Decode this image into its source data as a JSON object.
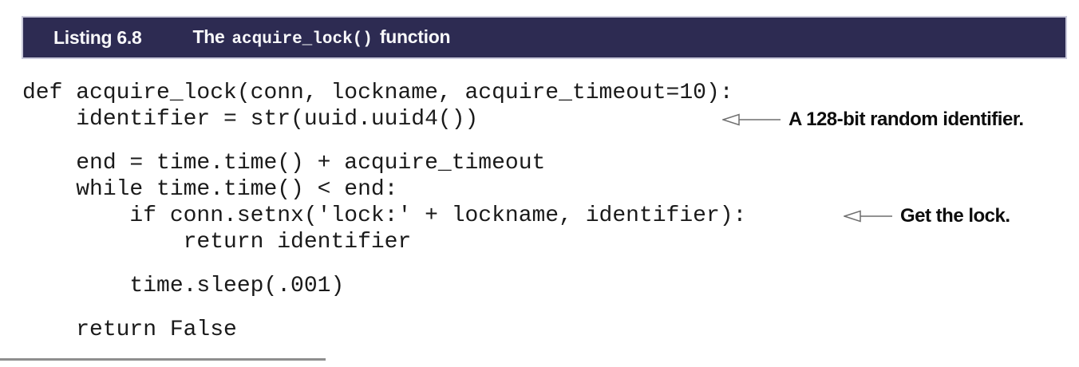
{
  "listing_header": {
    "label": "Listing 6.8",
    "title_prefix": "The",
    "title_code": "acquire_lock()",
    "title_suffix": "function"
  },
  "code": {
    "lines": [
      "def acquire_lock(conn, lockname, acquire_timeout=10):",
      "    identifier = str(uuid.uuid4())",
      "",
      "    end = time.time() + acquire_timeout",
      "    while time.time() < end:",
      "        if conn.setnx('lock:' + lockname, identifier):",
      "            return identifier",
      "",
      "        time.sleep(.001)",
      "",
      "    return False"
    ]
  },
  "annotations": [
    {
      "text": "A 128-bit random identifier."
    },
    {
      "text": "Get the lock."
    }
  ],
  "colors": {
    "header_bg": "#2d2b52",
    "header_border": "#c9c9da",
    "header_text": "#f8f8fa",
    "code_text": "#1a1a1a",
    "annotation_text": "#0d0d0d",
    "arrow_stroke": "#6f6f6f",
    "footnote_rule": "#8e8e8e"
  }
}
